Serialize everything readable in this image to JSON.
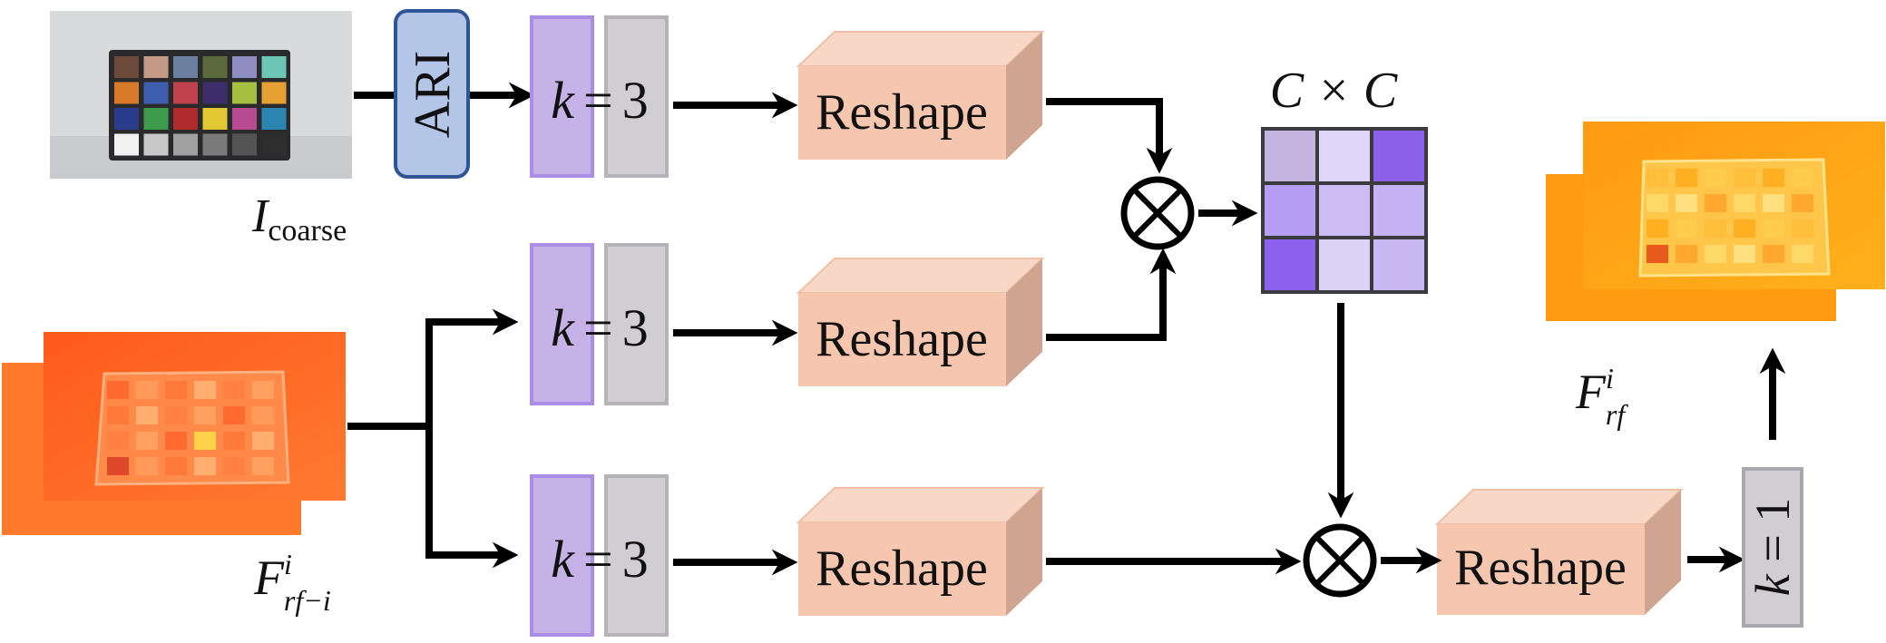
{
  "inputs": {
    "coarse_label": "I",
    "coarse_sub": "coarse",
    "feature_label": "F",
    "feature_sup": "i",
    "feature_sub": "rf−i"
  },
  "ari_label": "ARI",
  "conv_k3": {
    "k": "k",
    "eq": "=",
    "val": "3"
  },
  "conv_k1": {
    "text": "k = 1"
  },
  "reshape_label": "Reshape",
  "matrix": {
    "label": "C × C",
    "colors": [
      "#c4b3de",
      "#e0d6f8",
      "#8c61ea",
      "#b79cf3",
      "#cdbcf3",
      "#c6b3f4",
      "#8d62ee",
      "#ddd3f7",
      "#c8b7f3"
    ]
  },
  "output": {
    "label": "F",
    "sup": "i",
    "sub": "rf"
  },
  "colors": {
    "ari_fill": "#b4c6e7",
    "ari_stroke": "#2f5597",
    "conv_purple": "#c6b2e6",
    "conv_purple_stroke": "#a98de6",
    "conv_gray": "#d0ced3",
    "conv_gray_stroke": "#b5b3b8",
    "reshape_front": "#f6c7ae",
    "reshape_top": "#f8d7c6",
    "reshape_side": "#cfa592"
  }
}
